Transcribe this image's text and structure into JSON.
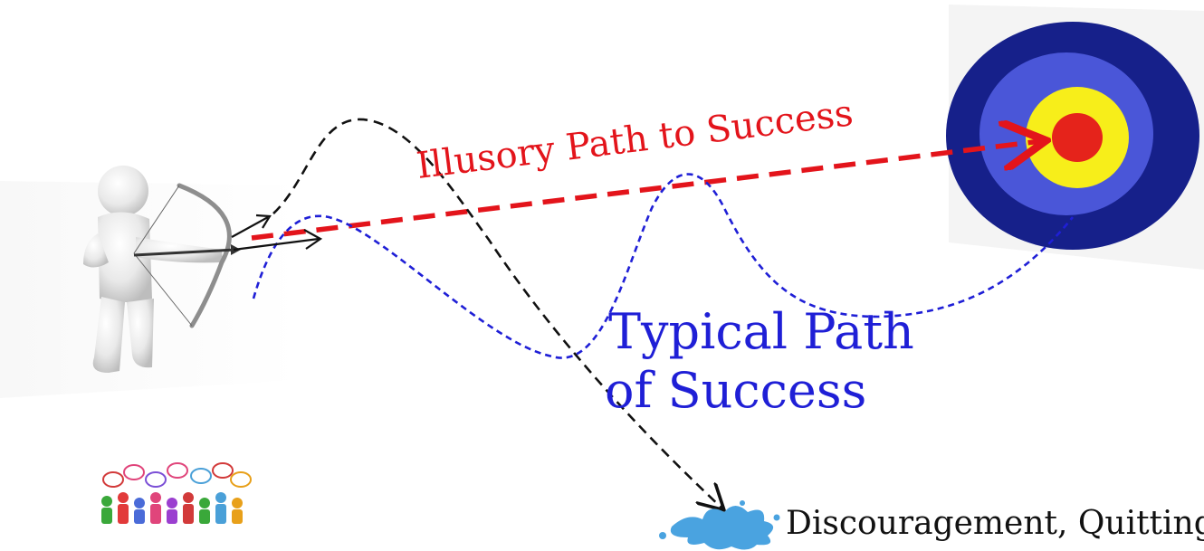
{
  "labels": {
    "illusory_path": "Illusory Path to Success",
    "typical_path_line1": "Typical Path",
    "typical_path_line2": "of Success",
    "discouragement": "Discouragement, Quitting"
  },
  "colors": {
    "illusory": "#e3141b",
    "typical": "#1f1fd6",
    "discourage": "#111111",
    "target_outer": "#16208a",
    "target_ring2": "#4a56d8",
    "target_ring3": "#f7ee1a",
    "target_bull": "#e5231b",
    "splash": "#4aa3e0"
  },
  "icons": {
    "archer": "archer-figure-icon",
    "target": "bullseye-target-icon",
    "crowd": "crowd-speech-bubbles-icon",
    "splash": "water-splash-icon"
  }
}
